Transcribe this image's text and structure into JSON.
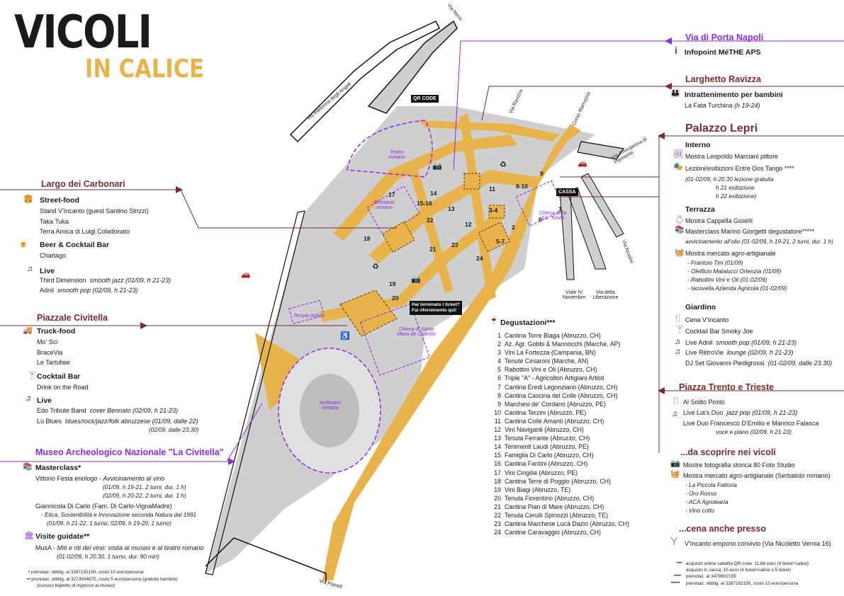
{
  "logo": {
    "word1": "VICOLI",
    "word2": "IN CALICE"
  },
  "colors": {
    "gold": "#e8b34a",
    "wine": "#7a2a30",
    "purple": "#8a2be2",
    "gray": "#cfcfcf"
  },
  "roads": {
    "via_nerio": "Via Nerio",
    "via_madonna": "Via Madonna degli Angeli",
    "via_ravizza": "Via Ravizza",
    "corso_marrucino": "Corso Marrucino",
    "via_principessa": "Via Principessa di Piemonte",
    "via_nicolini": "Via Nicolini",
    "viale_iv_novembre": "Viale IV Novembre",
    "via_liberazione": "Via della Liberazione",
    "via_pianell": "Via Pianell"
  },
  "map_labels": {
    "teatro": "Teatro romano",
    "serbatoio": "Serbatoio romano",
    "tempio": "Tempio italico",
    "chiesa_civitella": "Chiesa di Santa Maria de Civitellis",
    "anfiteatro": "Anfiteatro romano",
    "chiesa_trinita": "Chiesa della SS. Trinità",
    "qr": "QR CODE",
    "cassa": "CASSA",
    "ticket_line1": "Hai terminato i ticket?",
    "ticket_line2": "Fai rifornimento qui!"
  },
  "map_numbers": [
    "17",
    "14",
    "15-16",
    "13",
    "11",
    "8-10",
    "9",
    "18",
    "22",
    "12",
    "3-4",
    "1",
    "21",
    "23",
    "5-7",
    "2",
    "6",
    "24",
    "19",
    "20"
  ],
  "largo": {
    "title": "Largo dei Carbonari",
    "street_food": "Street-food",
    "sf_items": [
      "Stand V'Incanto (guest Santino Strizzi)",
      "Taka Tuka",
      "Terra Amica di Luigi Coladonato"
    ],
    "beer": "Beer & Cocktail Bar",
    "beer_items": [
      "Chartago"
    ],
    "live": "Live",
    "live_items": [
      {
        "name": "Third Dimension",
        "note": "smooth jazz (01/09, h 21-23)"
      },
      {
        "name": "Adnil",
        "note": "smooth pop (02/09, h 21-23)"
      }
    ]
  },
  "civitella": {
    "title": "Piazzale Civitella",
    "truck": "Truck-food",
    "truck_items": [
      "Mo' Sci",
      "BraceVia",
      "Le Tartufaie"
    ],
    "cocktail": "Cocktail Bar",
    "cocktail_items": [
      "Drink on the Road"
    ],
    "live": "Live",
    "live1_name": "Edo Tribute Band",
    "live1_note": "cover Bennato (02/09, h 21-23)",
    "live2_name": "Lù Blues",
    "live2_note": "blues/rock/jazz/folk abruzzese (01/09, dalle 22)",
    "live2_note2": "(02/09, dalle 23.30)"
  },
  "museo": {
    "title": "Museo Archeologico Nazionale \"La Civitella\"",
    "masterclass": "Masterclass*",
    "m1_name": "Vittorio Festa enologo -",
    "m1_note": "Avvicinamento al vino",
    "m1_line2": "(01/09, h 19-21, 2 turni, dur. 1 h)",
    "m1_line3": "(02/09, h 20-22, 2 turni, dur. 1 h)",
    "m2_name": "Giannicola Di Carlo (Fam. Di Carlo-VignaMadre)",
    "m2_line2": "- Etica, Sostenibilità e Innovazione seconda Natura dal 1991",
    "m2_line3": "(01/09, h 21-22, 1 turno; 02/09, h 19-20, 1 turno)",
    "visite": "Visite guidate**",
    "v1_name": "MusA -",
    "v1_note": "Miti e riti del vino: visita al museo e al teatro romano",
    "v1_line2": "(01-02/09, h 20.30, 1 turno, dur. 90 min)",
    "fn1": "prenotaz. obblig. al 3287192150, costo 10 euro/persona",
    "fn2": "prenotaz. obblig. al 3273504675, costo 5 euro/persona (gratuito bambini)",
    "fn2b": "(escluso biglietto di ingresso al museo)"
  },
  "degustazioni": {
    "title": "Degustazioni***",
    "items": [
      "Cantina Torre Blaga (Abruzzo, CH)",
      "Az. Agr. Gobbi & Mannocchi (Marche, AP)",
      "Vini La Fortezza (Campania, BN)",
      "Tenute Cesaroni (Marche, AN)",
      "Rabottini Vini e Oli (Abruzzo, CH)",
      "Triple \"A\" - Agricoltori Artigiani Artisti",
      "Cantina Eredi Legonziano (Abruzzo, CH)",
      "Cantina Cascina del Colle (Abruzzo, CH)",
      "Marchesi de' Cordano (Abruzzo, PE)",
      "Cantina Terzini (Abruzzo, PE)",
      "Cantina Colle Amanti (Abruzzo, CH)",
      "Vini Naviganti (Abruzzo, CH)",
      "Tenuta Ferrante (Abruzzo, CH)",
      "Tenimenti Laudi (Abruzzo, PE)",
      "Famiglia Di Carlo (Abruzzo, CH)",
      "Cantina Fantini (Abruzzo, CH)",
      "Vini Cingilia (Abruzzo, PE)",
      "Cantina Terre di Poggio (Abruzzo, CH)",
      "Vini Biagi (Abruzzo, TE)",
      "Tenuta Fiorentino (Abruzzo, CH)",
      "Cantina Pian di Mare (Abruzzo, CH)",
      "Tenuta Cerulli Spinozzi (Abruzzo, TE)",
      "Cantina Marchese Lucà Dazio (Abruzzo, CH)",
      "Cantine Caravaggio (Abruzzo, CH)"
    ]
  },
  "porta_napoli": {
    "title": "Via di Porta Napoli",
    "item": "Infopoint MéTHE APS"
  },
  "larghetto": {
    "title": "Larghetto Ravizza",
    "sub": "Intrattenimento per bambini",
    "item": "La Fata Turchina",
    "note": "(h 19-24)"
  },
  "lepri": {
    "title": "Palazzo Lepri",
    "interno": "Interno",
    "int1": "Mostra Leopoldo Marciani pittore",
    "int2": "Lezioni/esibizioni Entre Dos Tango ****",
    "int2_n1": "(01-02/09, h 20.30 lezione gratuita",
    "int2_n2": "h 21 esibizione",
    "int2_n3": "h 22 esibizione)",
    "terrazza": "Terrazza",
    "ter1": "Mostra Cappella Gioielli",
    "ter2": "Masterclass Marino Giorgetti degustatore*****",
    "ter2_n": "avvicinamento all'olio (01-02/09, h 19-21, 2 turni, dur. 1 h)",
    "ter3": "Mostra mercato agro-artigianale",
    "ter3_items": [
      "- Frantoio Tini (01/09)",
      "- Oleificio Matalucci Ortenzia (01/09)",
      "- Rabottini Vini e Oli (01-02/09)",
      "- Iacovella Azienda Agricola (01-02/09)"
    ],
    "giardino": "Giardino",
    "g1": "Cena V'Incanto",
    "g2": "Cocktail Bar Smoky Joe",
    "g3": "Live Adnil",
    "g3_n": "smooth pop (01/09, h 21-23)",
    "g4": "Live RètroVie",
    "g4_n": "lounge (02/09, h 21-23)",
    "g5": "DJ Set Giovanni Piedigrossi",
    "g5_n": "(01-02/09, dalle 23.30)"
  },
  "trento": {
    "title": "Piazza Trento e Trieste",
    "t1": "Al Solito Posto",
    "t2": "Live Lia's Duo",
    "t2_n": "jazz pop (01/09, h 21-23)",
    "t3": "Live Duo Francesco D'Emilio e Manrico Falasca",
    "t3_n": "voce e piano (02/09, h 21-23)"
  },
  "scoprire": {
    "title": "...da scoprire nei vicoli",
    "s1": "Mostre fotografia storica 80 Foto Studio",
    "s2": "Mostra mercato agro-artigianale (Serbatoio romano)",
    "s2_items": [
      "- La Piccola Fattoria",
      "- Oro Rosso",
      "- ACA Agrolearia",
      "- Vino cotto"
    ]
  },
  "cena": {
    "title": "...cena anche presso",
    "item": "V'Incanto emporio convivio (Via Nicoletto Vernia 16)"
  },
  "footnotes": {
    "f3a": "acquisto online saltafila QR code: 11,88 euro (4 ticket+calice)",
    "f3b": "acquisto in cassa: 10 euro (4 ticket+calice o 5 ticket)",
    "f4": "prenotaz. al 3478802155",
    "f5": "prenotaz. obblig. al 3287192150, costo 10 euro/persona",
    "m3": "***",
    "m4": "****",
    "m5": "*****"
  }
}
